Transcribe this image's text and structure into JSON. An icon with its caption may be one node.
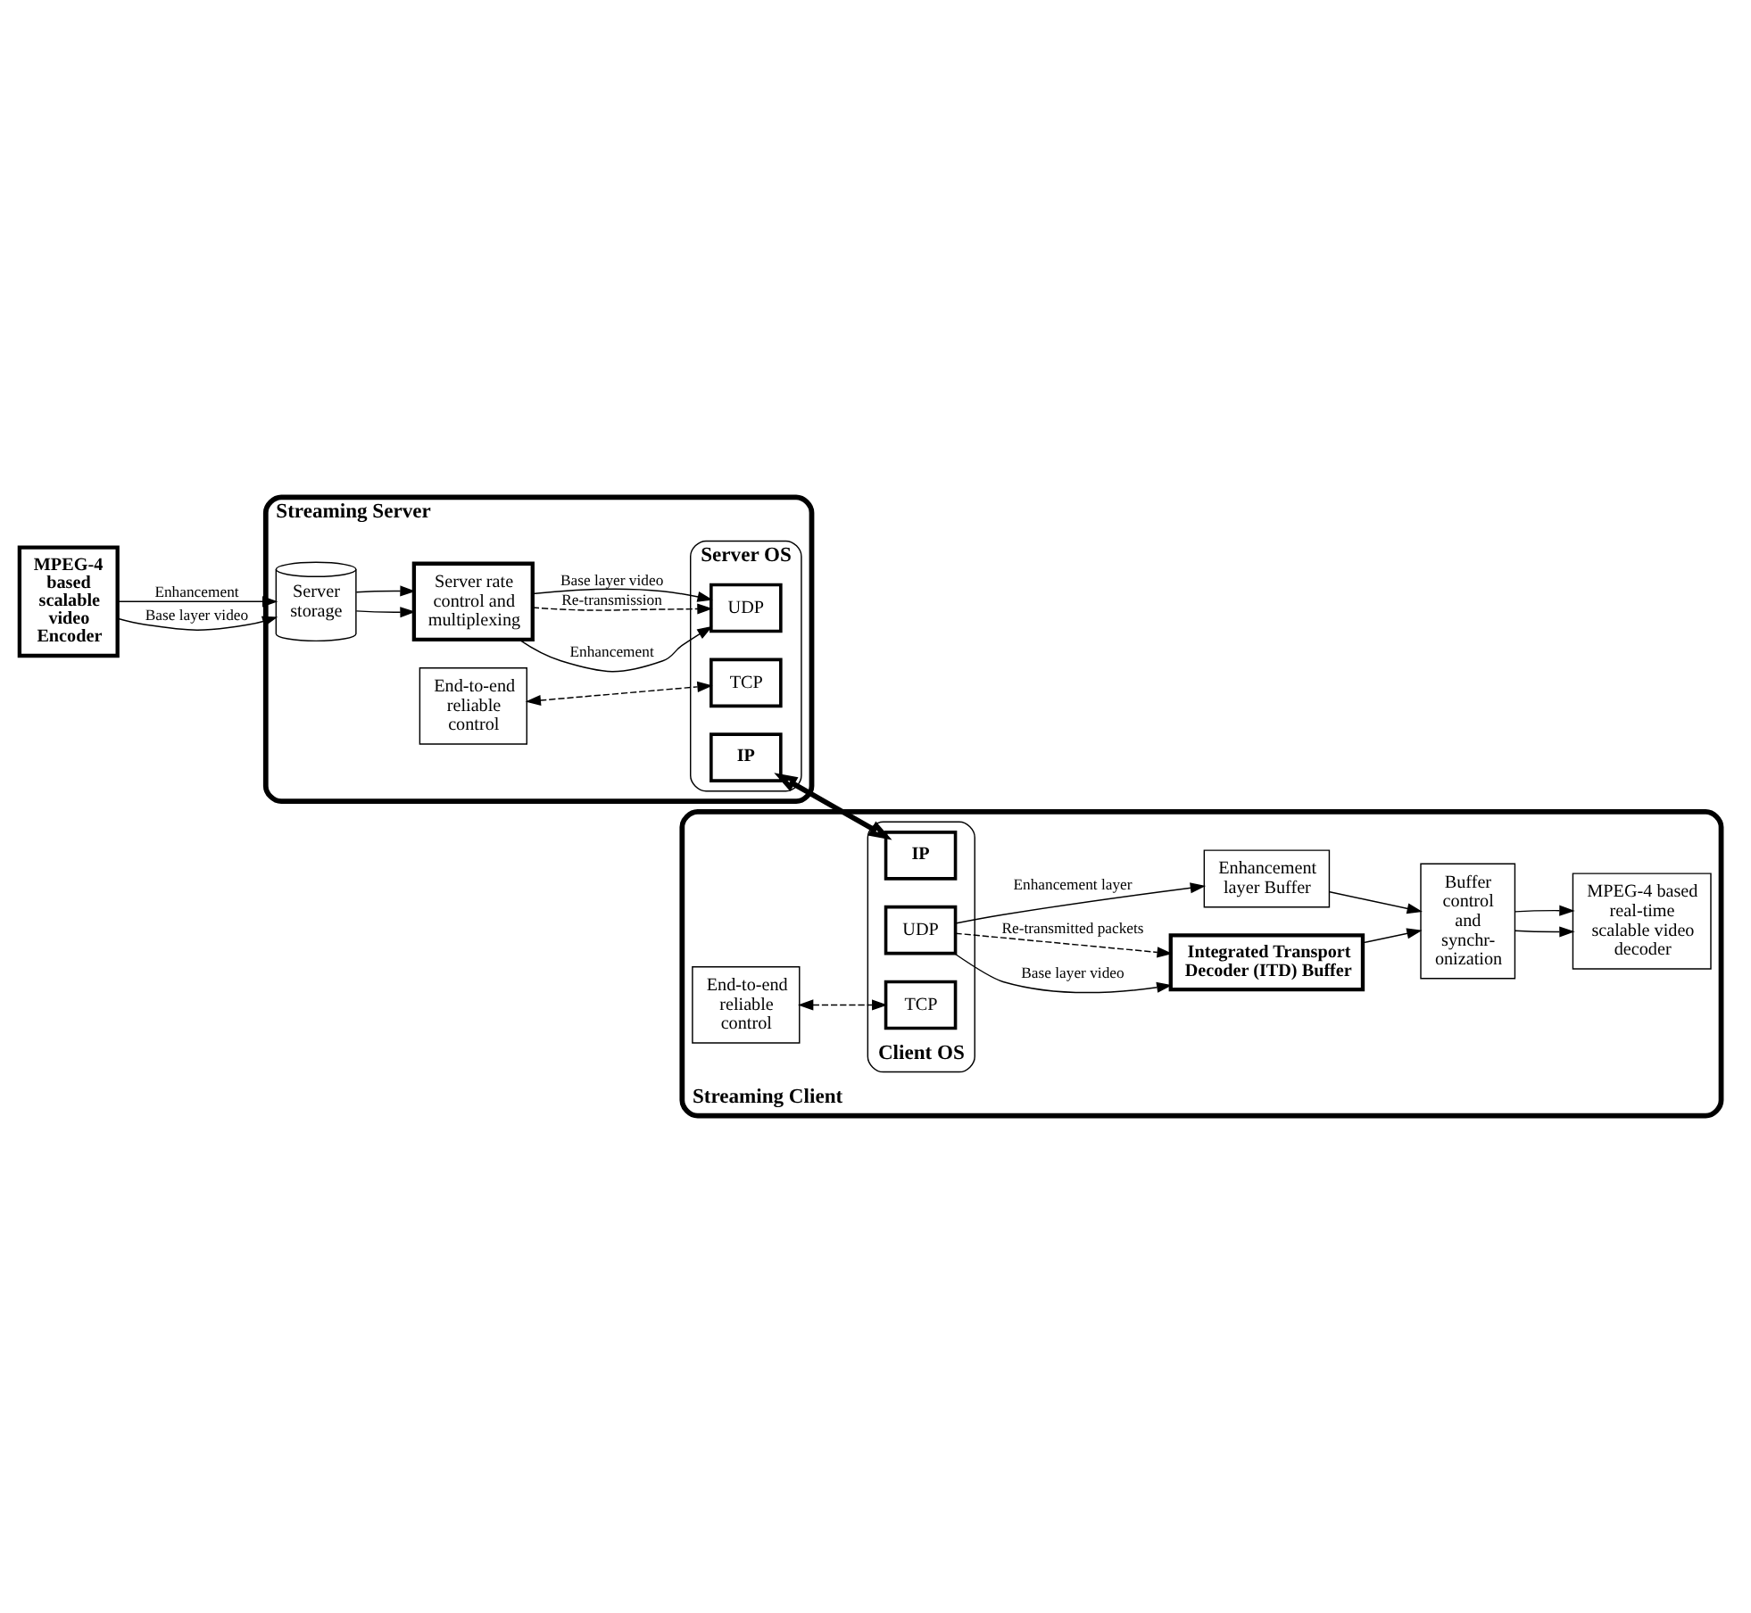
{
  "diagram": {
    "nodes": [
      {
        "text": [
          "MPEG-4 based scalable video Encoder"
        ]
      },
      {
        "text": [
          "Streaming Server"
        ]
      },
      {
        "text": [
          "Server storage"
        ],
        "in": 1
      },
      {
        "text": [
          "Server rate control and multiplexing"
        ],
        "in": 1
      },
      {
        "text": [
          "End-to-end reliable control"
        ],
        "in": 1
      },
      {
        "text": [
          "Server OS"
        ],
        "in": 1
      },
      {
        "text": [
          "UDP"
        ],
        "in": 5
      },
      {
        "text": [
          "TCP"
        ],
        "in": 5
      },
      {
        "text": [
          "IP"
        ],
        "in": 5
      },
      {
        "text": [
          "Streaming Client"
        ]
      },
      {
        "text": [
          "MPEG-4 based real-time scalable video decoder"
        ],
        "in": 9
      },
      {
        "text": [
          "Buffer control and synchr- onization"
        ],
        "in": 9
      },
      {
        "text": [
          "Integrated Transport Decoder (ITD) Buffer"
        ],
        "in": 9
      },
      {
        "text": [
          "Enhancement layer Buffer"
        ],
        "in": 9
      },
      {
        "text": [
          "End-to-end reliable control"
        ],
        "in": 9
      },
      {
        "text": [
          "Client OS"
        ],
        "in": 9
      },
      {
        "text": [
          "TCP"
        ],
        "in": 15
      },
      {
        "text": [
          "UDP"
        ],
        "in": 15
      },
      {
        "text": [
          "IP"
        ],
        "in": 15
      }
    ],
    "edges": [
      {
        "from": 0,
        "to": 2,
        "arrow": "to",
        "label": "Enhancement"
      },
      {
        "from": 0,
        "to": 2,
        "arrow": "to",
        "label": "Base layer video"
      },
      {
        "from": 2,
        "to": 3,
        "arrow": "to"
      },
      {
        "from": 2,
        "to": 3,
        "arrow": "to"
      },
      {
        "from": 3,
        "to": 6,
        "arrow": "to",
        "label": "Enhancement"
      },
      {
        "from": 3,
        "to": 6,
        "arrow": "to",
        "label": "Re-transmission",
        "style": "dashed"
      },
      {
        "from": 3,
        "to": 6,
        "arrow": "to",
        "label": "Base layer video"
      },
      {
        "from": 4,
        "to": 7,
        "arrow": "both",
        "style": "dashed"
      },
      {
        "from": 8,
        "to": 18,
        "arrow": "both",
        "style": "thick"
      },
      {
        "from": 14,
        "to": 16,
        "arrow": "both",
        "style": "dashed"
      },
      {
        "from": 17,
        "to": 12,
        "arrow": "to",
        "label": "Base layer video"
      },
      {
        "from": 17,
        "to": 12,
        "arrow": "to",
        "label": "Re-transmitted packets",
        "style": "dashed"
      },
      {
        "from": 17,
        "to": 13,
        "arrow": "to",
        "label": "Enhancement layer"
      },
      {
        "from": 12,
        "to": 11,
        "arrow": "to"
      },
      {
        "from": 13,
        "to": 11,
        "arrow": "to"
      },
      {
        "from": 11,
        "to": 10,
        "arrow": "to"
      },
      {
        "from": 11,
        "to": 10,
        "arrow": "to"
      }
    ]
  }
}
